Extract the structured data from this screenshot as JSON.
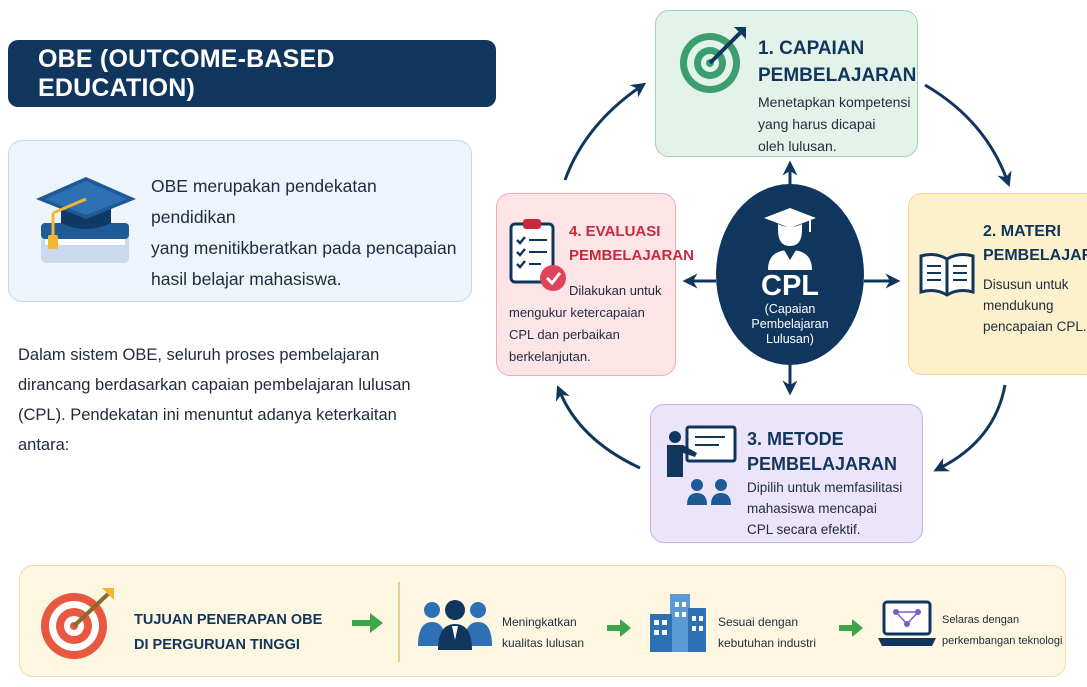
{
  "title": "OBE  (OUTCOME-BASED EDUCATION)",
  "intro": {
    "lines": [
      "OBE merupakan pendekatan pendidikan",
      "yang menitikberatkan pada pencapaian",
      "hasil belajar mahasiswa."
    ]
  },
  "paragraph": {
    "lines": [
      "Dalam sistem OBE, seluruh proses pembelajaran",
      "dirancang berdasarkan capaian pembelajaran lulusan",
      "(CPL). Pendekatan ini menuntut adanya keterkaitan",
      "antara:"
    ]
  },
  "center": {
    "label": "CPL",
    "sublines": [
      "(Capaian",
      "Pembelajaran",
      "Lulusan)"
    ]
  },
  "steps": {
    "capaian": {
      "title_lines": [
        "1. CAPAIAN",
        "PEMBELAJARAN"
      ],
      "desc_lines": [
        "Menetapkan kompetensi",
        "yang harus dicapai",
        "oleh lulusan."
      ]
    },
    "materi": {
      "title_lines": [
        "2. MATERI",
        "PEMBELAJARAN"
      ],
      "desc_lines": [
        "Disusun untuk",
        "mendukung",
        "pencapaian CPL."
      ]
    },
    "metode": {
      "title_lines": [
        "3. METODE",
        "PEMBELAJARAN"
      ],
      "desc_lines": [
        "Dipilih untuk memfasilitasi",
        "mahasiswa mencapai",
        "CPL secara efektif."
      ]
    },
    "evaluasi": {
      "title_lines": [
        "4. EVALUASI",
        "PEMBELAJARAN"
      ],
      "desc_lines": [
        "Dilakukan untuk",
        "mengukur ketercapaian",
        "CPL dan perbaikan",
        "berkelanjutan."
      ]
    }
  },
  "goals": {
    "title_lines": [
      "TUJUAN PENERAPAN OBE",
      "DI PERGURUAN TINGGI"
    ],
    "items": [
      {
        "lines": [
          "Meningkatkan",
          "kualitas lulusan"
        ]
      },
      {
        "lines": [
          "Sesuai dengan",
          "kebutuhan industri"
        ]
      },
      {
        "lines": [
          "Selaras dengan",
          "perkembangan teknologi"
        ]
      }
    ]
  },
  "colors": {
    "navy": "#10365e",
    "green_card": "#e3f3ea",
    "yellow_card": "#fdf0cc",
    "purple_card": "#ece4f8",
    "pink_card": "#fde4e7",
    "arrow_green": "#3ba54a",
    "target_red": "#e8573f"
  },
  "icons": {
    "intro": "graduation-cap-icon",
    "capaian": "target-icon",
    "materi": "open-book-icon",
    "metode": "teacher-board-icon",
    "evaluasi": "clipboard-check-icon",
    "center": "graduate-icon",
    "goals": [
      "target-icon",
      "people-group-icon",
      "office-buildings-icon",
      "laptop-network-icon"
    ]
  }
}
